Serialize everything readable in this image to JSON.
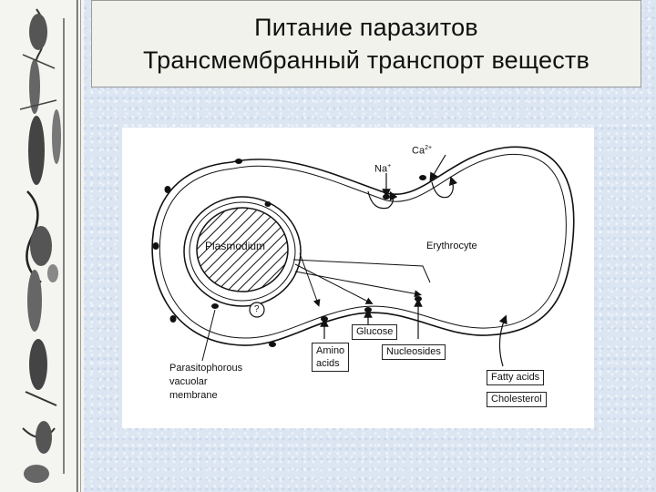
{
  "slide": {
    "title_line1": "Питание паразитов",
    "title_line2": "Трансмембранный транспорт веществ"
  },
  "diagram": {
    "plasmodium": "Plasmodium",
    "erythrocyte": "Erythrocyte",
    "question_mark": "?",
    "na_ion": "Na",
    "na_charge": "+",
    "ca_ion": "Ca",
    "ca_charge": "2+",
    "glucose": "Glucose",
    "amino_acids_line1": "Amino",
    "amino_acids_line2": "acids",
    "nucleosides": "Nucleosides",
    "fatty_acids": "Fatty acids",
    "cholesterol": "Cholesterol",
    "pvm_line1": "Parasitophorous",
    "pvm_line2": "vacuolar",
    "pvm_line3": "membrane"
  },
  "colors": {
    "background": "#dce6f2",
    "title_box": "#f2f2ec",
    "line": "#111111"
  }
}
